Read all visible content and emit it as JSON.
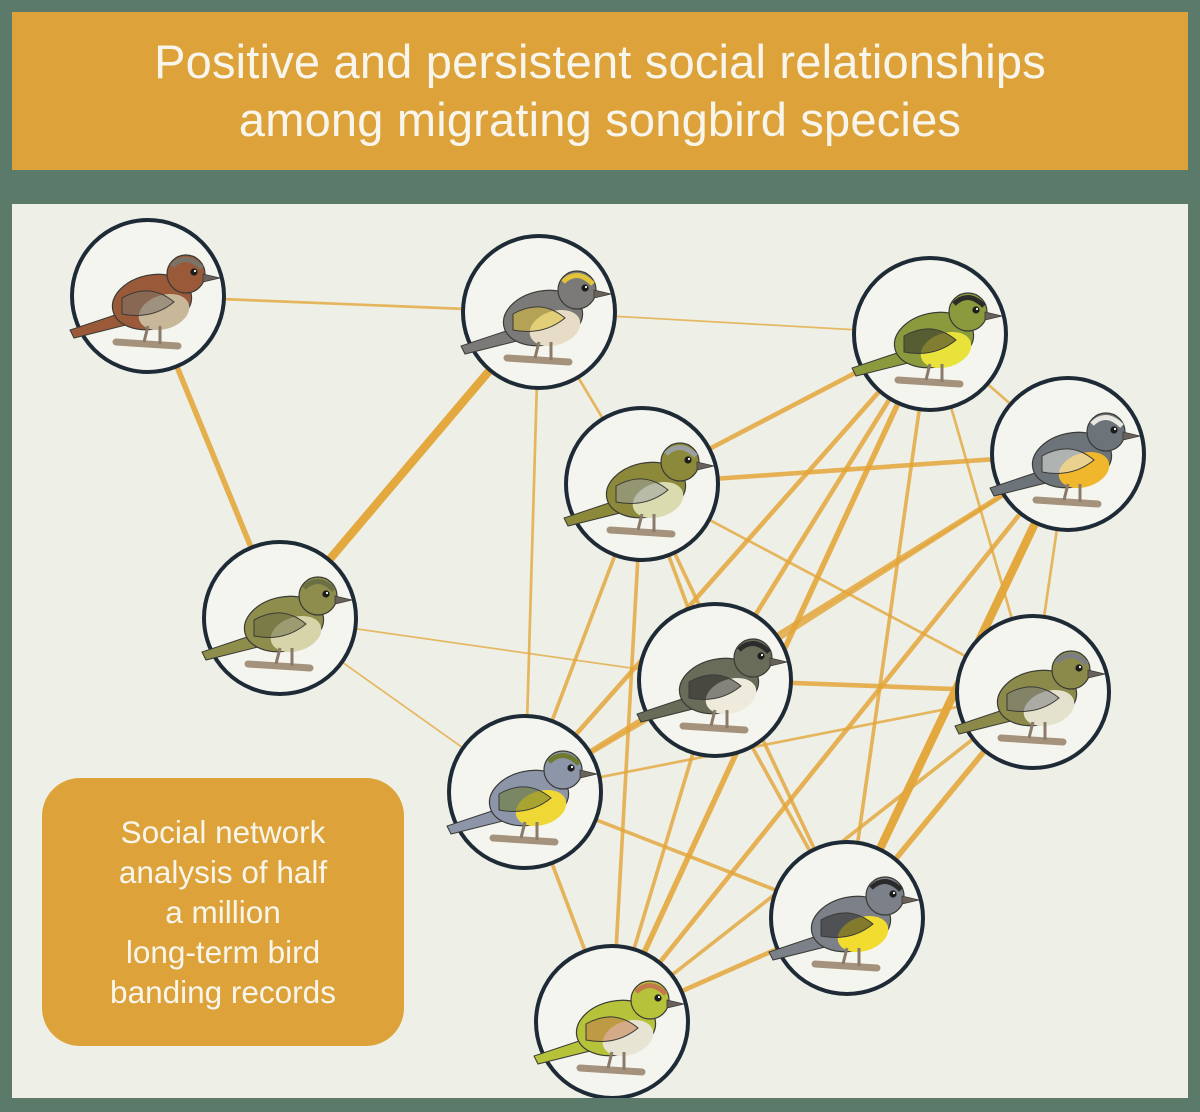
{
  "title": {
    "lines": [
      "Positive and persistent social relationships",
      "among migrating songbird species"
    ]
  },
  "info_box": {
    "lines": [
      "Social network",
      "analysis of half",
      "a million",
      "long-term bird",
      "banding records"
    ]
  },
  "colors": {
    "background": "#5c7a6a",
    "banner": "#dda33a",
    "panel": "#eef0e8",
    "edge": "#e3a537",
    "node_ring": "#1e2b36",
    "text": "#f8f6ec"
  },
  "nodes": [
    {
      "id": "white-throated-sparrow",
      "icon": "sparrow-icon",
      "palette": [
        "#9a5a3a",
        "#c9b79a",
        "#7a7468"
      ]
    },
    {
      "id": "yellow-rumped-warbler",
      "icon": "warbler-icon",
      "palette": [
        "#7c7a78",
        "#e7dcc6",
        "#e2c43a"
      ]
    },
    {
      "id": "black-throated-green-warbler",
      "icon": "warbler-icon",
      "palette": [
        "#8b9a3c",
        "#e9e23a",
        "#2c2c2a"
      ]
    },
    {
      "id": "american-redstart",
      "icon": "redstart-icon",
      "palette": [
        "#6c747a",
        "#f0b62c",
        "#e8e8e0"
      ]
    },
    {
      "id": "tennessee-warbler",
      "icon": "warbler-icon",
      "palette": [
        "#8c8a3a",
        "#dadcb0",
        "#9aa0a0"
      ]
    },
    {
      "id": "ruby-crowned-kinglet",
      "icon": "kinglet-icon",
      "palette": [
        "#8e8d4c",
        "#d6d4a8",
        "#6c6e44"
      ]
    },
    {
      "id": "blackpoll-warbler",
      "icon": "warbler-icon",
      "palette": [
        "#6a6c5a",
        "#eeeadc",
        "#2c2c2c"
      ]
    },
    {
      "id": "red-eyed-vireo",
      "icon": "vireo-icon",
      "palette": [
        "#8c8a4a",
        "#e4e2cc",
        "#7c7e82"
      ]
    },
    {
      "id": "nashville-warbler",
      "icon": "warbler-icon",
      "palette": [
        "#8d95a8",
        "#efd836",
        "#6e7a2e"
      ]
    },
    {
      "id": "magnolia-warbler",
      "icon": "warbler-icon",
      "palette": [
        "#7c8088",
        "#f2dc30",
        "#2a2a2a"
      ]
    },
    {
      "id": "chestnut-sided-warbler",
      "icon": "warbler-icon",
      "palette": [
        "#b6c23a",
        "#e8e4d4",
        "#c27a4a"
      ]
    }
  ],
  "edges": [
    {
      "a": 0,
      "b": 1,
      "weight": 2
    },
    {
      "a": 0,
      "b": 5,
      "weight": 5
    },
    {
      "a": 1,
      "b": 5,
      "weight": 8
    },
    {
      "a": 1,
      "b": 2,
      "weight": 1
    },
    {
      "a": 1,
      "b": 4,
      "weight": 2
    },
    {
      "a": 1,
      "b": 8,
      "weight": 2
    },
    {
      "a": 2,
      "b": 4,
      "weight": 4
    },
    {
      "a": 2,
      "b": 3,
      "weight": 2
    },
    {
      "a": 2,
      "b": 6,
      "weight": 4
    },
    {
      "a": 2,
      "b": 7,
      "weight": 2
    },
    {
      "a": 2,
      "b": 8,
      "weight": 4
    },
    {
      "a": 2,
      "b": 9,
      "weight": 3
    },
    {
      "a": 2,
      "b": 10,
      "weight": 5
    },
    {
      "a": 3,
      "b": 4,
      "weight": 4
    },
    {
      "a": 3,
      "b": 6,
      "weight": 3
    },
    {
      "a": 3,
      "b": 7,
      "weight": 2
    },
    {
      "a": 3,
      "b": 8,
      "weight": 4
    },
    {
      "a": 3,
      "b": 9,
      "weight": 8
    },
    {
      "a": 3,
      "b": 10,
      "weight": 4
    },
    {
      "a": 4,
      "b": 6,
      "weight": 3
    },
    {
      "a": 4,
      "b": 7,
      "weight": 2
    },
    {
      "a": 4,
      "b": 8,
      "weight": 3
    },
    {
      "a": 4,
      "b": 9,
      "weight": 3
    },
    {
      "a": 4,
      "b": 10,
      "weight": 3
    },
    {
      "a": 5,
      "b": 6,
      "weight": 1
    },
    {
      "a": 5,
      "b": 8,
      "weight": 1
    },
    {
      "a": 6,
      "b": 7,
      "weight": 4
    },
    {
      "a": 6,
      "b": 8,
      "weight": 3
    },
    {
      "a": 6,
      "b": 9,
      "weight": 3
    },
    {
      "a": 6,
      "b": 10,
      "weight": 3
    },
    {
      "a": 7,
      "b": 8,
      "weight": 2
    },
    {
      "a": 7,
      "b": 9,
      "weight": 5
    },
    {
      "a": 7,
      "b": 10,
      "weight": 3
    },
    {
      "a": 8,
      "b": 9,
      "weight": 3
    },
    {
      "a": 8,
      "b": 10,
      "weight": 3
    },
    {
      "a": 9,
      "b": 10,
      "weight": 4
    }
  ]
}
